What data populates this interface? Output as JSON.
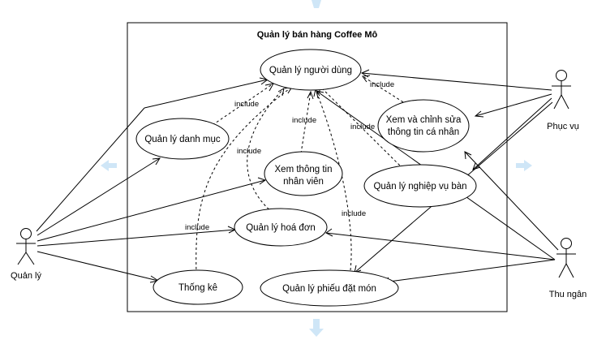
{
  "system": {
    "title": "Quản lý bán hàng Coffee Mô"
  },
  "actors": {
    "manager": "Quản lý",
    "waiter": "Phục vụ",
    "cashier": "Thu ngân"
  },
  "usecases": {
    "user_mgmt": "Quản lý người dùng",
    "category": "Quản lý danh mục",
    "profile": [
      "Xem và chỉnh sửa",
      "thông tin cá nhân"
    ],
    "staff": [
      "Xem thông tin",
      "nhân viên"
    ],
    "service": "Quản lý nghiệp vụ bàn",
    "invoice": "Quản lý hoá đơn",
    "stats": "Thống kê",
    "orders": "Quản lý phiếu đặt món"
  },
  "labels": {
    "include": "include"
  },
  "colors": {
    "stroke": "#000000",
    "hint_arrows": "#cfe6f7"
  }
}
